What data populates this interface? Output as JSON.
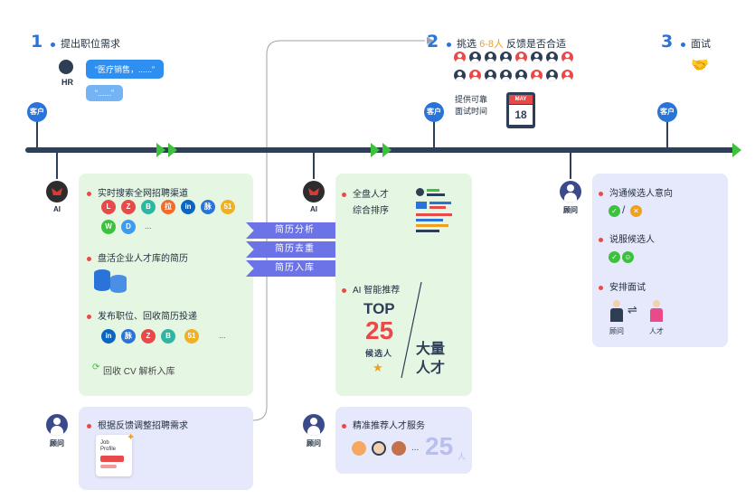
{
  "steps": [
    {
      "num": "1",
      "title": "提出职位需求"
    },
    {
      "num": "2",
      "title_prefix": "挑选 ",
      "title_highlight": "6-8人",
      "title_suffix": " 反馈是否合适"
    },
    {
      "num": "3",
      "title": "面试"
    }
  ],
  "hr": {
    "label": "HR",
    "bubble1": "“医疗销售，......”",
    "bubble2": "“......”"
  },
  "customer_label": "客户",
  "ai_label": "AI",
  "advisor_label": "顾问",
  "interview_time": {
    "line1": "提供可靠",
    "line2": "面试时间",
    "cal_month": "MAY",
    "cal_day": "18"
  },
  "left_panel": {
    "b1": "实时搜索全网招聘渠道",
    "b2": "盘活企业人才库的简历",
    "b3": "发布职位、回收简历投递",
    "ellipsis": "...",
    "recycle": "回收 CV 解析入库"
  },
  "tags": [
    "简历分析",
    "简历去重",
    "简历入库"
  ],
  "left_bottom": {
    "b1": "根据反馈调整招聘需求",
    "jd_line1": "Job",
    "jd_line2": "Profile"
  },
  "mid_panel": {
    "b1_line1": "全盘人才",
    "b1_line2": "综合排序",
    "b2": "AI 智能推荐",
    "top": "TOP",
    "top_num": "25",
    "candidates": "候选人",
    "mass1": "大量",
    "mass2": "人才"
  },
  "mid_bottom": {
    "b1": "精准推荐人才服务",
    "ellipsis": "...",
    "count": "25",
    "count_unit": "人"
  },
  "right_panel": {
    "b1": "沟通候选人意向",
    "slash": "/",
    "b2": "说服候选人",
    "b3": "安排面试",
    "advisor_caption": "顾问",
    "talent_caption": "人才"
  },
  "channels": [
    {
      "name": "liepin-icon",
      "text": "L",
      "color": "#e84a4a"
    },
    {
      "name": "zhaopin-icon",
      "text": "Z",
      "color": "#e84a4a"
    },
    {
      "name": "boss-icon",
      "text": "B",
      "color": "#2fb5a0"
    },
    {
      "name": "lagou-icon",
      "text": "拉",
      "color": "#f26b2b"
    },
    {
      "name": "linkedin-icon",
      "text": "in",
      "color": "#0a66c2"
    },
    {
      "name": "maimai-icon",
      "text": "脉",
      "color": "#2a73d9"
    },
    {
      "name": "51job-icon",
      "text": "51",
      "color": "#f0b020"
    }
  ],
  "colors": {
    "accent": "#2a73d9",
    "highlight": "#f0a020",
    "timeline": "#2e4057",
    "arrow": "#3cc23c",
    "tag": "#6b73e6",
    "top": "#e84a4a"
  }
}
